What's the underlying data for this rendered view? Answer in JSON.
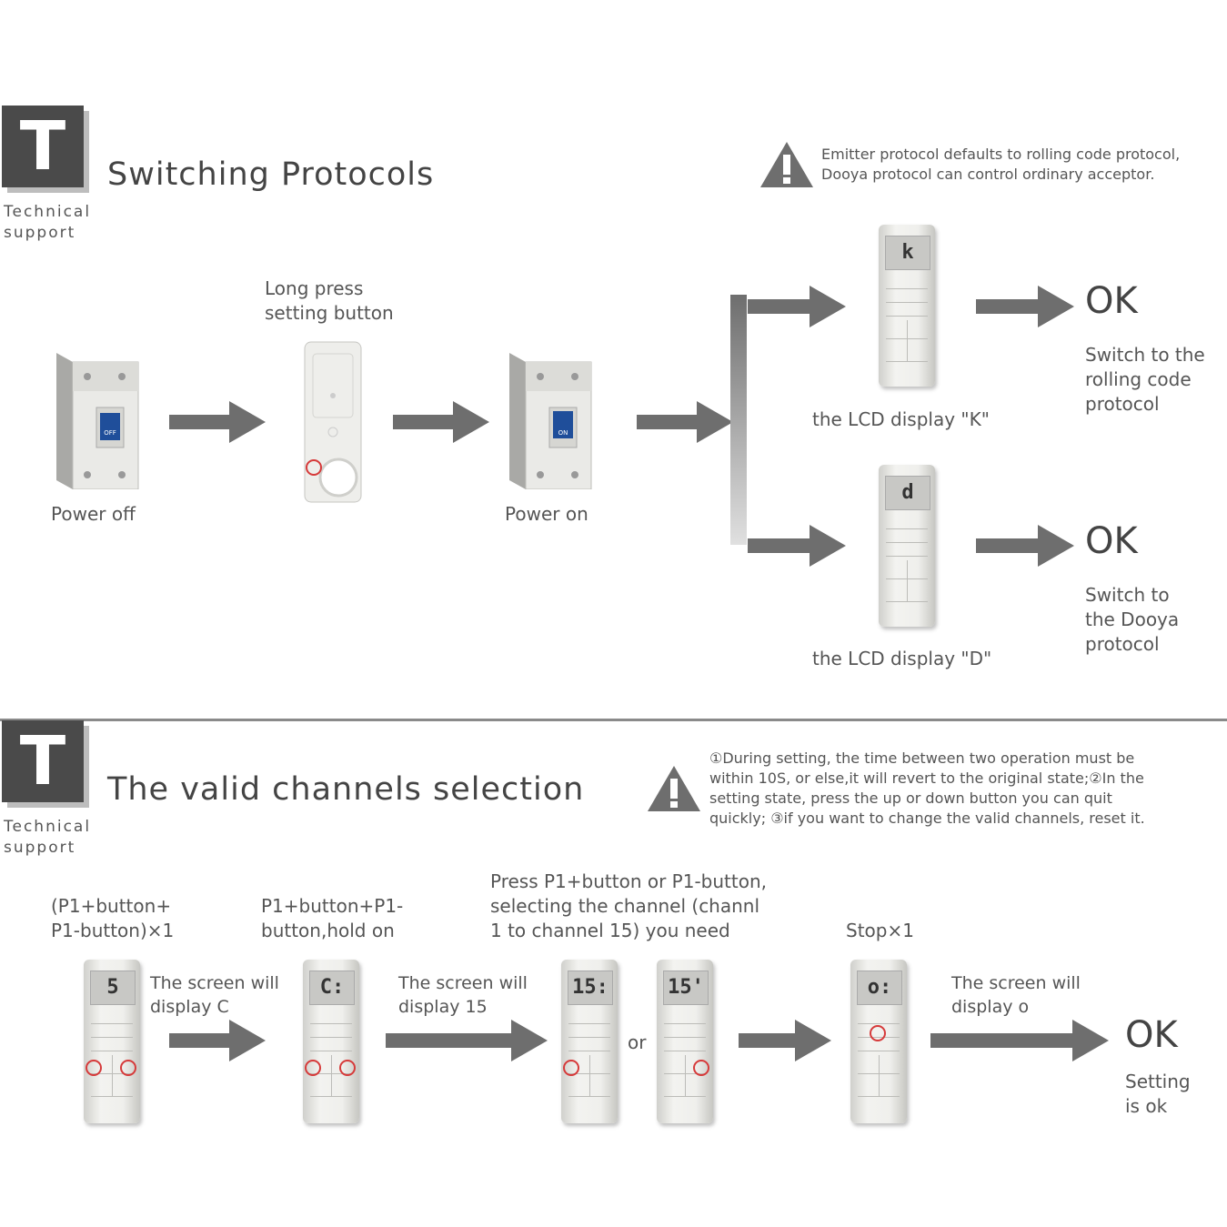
{
  "section1": {
    "badge_letter": "T",
    "badge_sub_line1": "Technical",
    "badge_sub_line2": "support",
    "title": "Switching Protocols",
    "warning_line1": "Emitter protocol defaults to rolling code protocol,",
    "warning_line2": "Dooya protocol can control ordinary acceptor.",
    "steps": {
      "power_off": "Power off",
      "long_press_line1": "Long press",
      "long_press_line2": "setting button",
      "power_on": "Power on",
      "breaker_off_label": "OFF",
      "breaker_on_label": "ON"
    },
    "branch_k": {
      "lcd_char": "k",
      "caption": "the LCD display \"K\"",
      "ok": "OK",
      "result_line1": "Switch to the",
      "result_line2": "rolling code",
      "result_line3": "protocol"
    },
    "branch_d": {
      "lcd_char": "d",
      "caption": "the LCD display \"D\"",
      "ok": "OK",
      "result_line1": "Switch to",
      "result_line2": "the Dooya",
      "result_line3": "protocol"
    }
  },
  "section2": {
    "badge_letter": "T",
    "badge_sub_line1": "Technical",
    "badge_sub_line2": "support",
    "title": "The valid channels selection",
    "warning_line1": "①During setting, the time between two operation must be",
    "warning_line2": "within 10S, or else,it will revert to the original state;②In the",
    "warning_line3": "setting state, press the up or down button you can quit",
    "warning_line4": "quickly; ③if you want to change the valid channels, reset it.",
    "step1_line1": "(P1+button+",
    "step1_line2": "P1-button)×1",
    "step1_lcd": "5",
    "step1_note_line1": "The screen will",
    "step1_note_line2": "display C",
    "step2_line1": "P1+button+P1-",
    "step2_line2": "button,hold on",
    "step2_lcd": "C:",
    "step2_note_line1": "The screen will",
    "step2_note_line2": "display 15",
    "step3_line1": "Press P1+button or P1-button,",
    "step3_line2": "selecting the channel (channl",
    "step3_line3": "1 to channel 15) you need",
    "step3_lcd_a": "15:",
    "step3_or": "or",
    "step3_lcd_b": "15'",
    "step4_label": "Stop×1",
    "step4_lcd": "o:",
    "step4_note_line1": "The screen will",
    "step4_note_line2": "display o",
    "ok": "OK",
    "result_line1": "Setting",
    "result_line2": "is ok"
  },
  "colors": {
    "arrow": "#6e6e6e",
    "badge": "#4a4a4a",
    "highlight": "#d63a3a",
    "breaker_switch": "#1f4e9a"
  }
}
